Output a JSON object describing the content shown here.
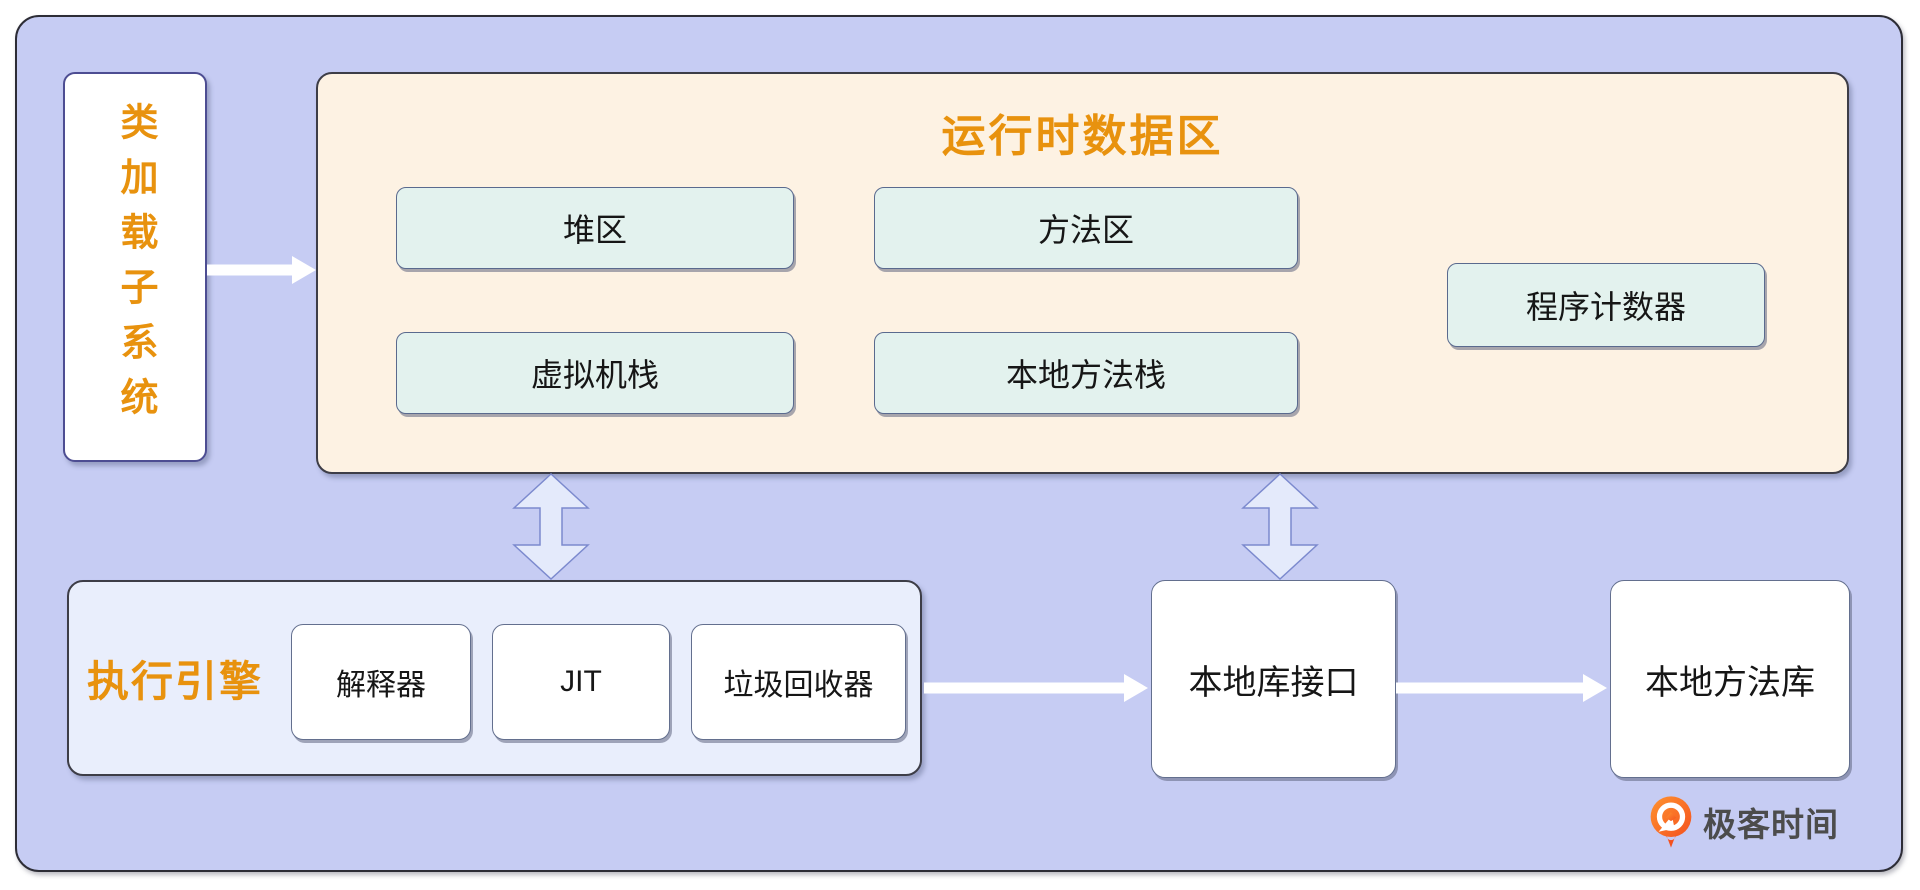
{
  "colors": {
    "background": "#c6ccf3",
    "panel_peach": "#fdf2e3",
    "box_mint": "#e3f2ee",
    "panel_blue": "#e9eefc",
    "accent_orange": "#e8920e",
    "logo_orange": "#f4511e",
    "text_dark": "#161616",
    "logo_text": "#4c4c4c"
  },
  "class_loader": {
    "label": "类加载子系统"
  },
  "runtime_area": {
    "title": "运行时数据区",
    "boxes": [
      {
        "label": "堆区"
      },
      {
        "label": "方法区"
      },
      {
        "label": "程序计数器"
      },
      {
        "label": "虚拟机栈"
      },
      {
        "label": "本地方法栈"
      }
    ]
  },
  "execution_engine": {
    "title": "执行引擎",
    "boxes": [
      {
        "label": "解释器"
      },
      {
        "label": "JIT"
      },
      {
        "label": "垃圾回收器"
      }
    ]
  },
  "native_interface": {
    "label": "本地库接口"
  },
  "native_library": {
    "label": "本地方法库"
  },
  "logo": {
    "text": "极客时间"
  }
}
